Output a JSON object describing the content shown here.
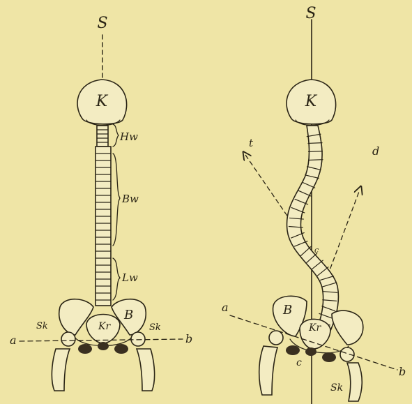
{
  "left_figure": {
    "labels": {
      "top_axis": "S",
      "skull": "K",
      "cervical": "Hw",
      "thoracic": "Bw",
      "lumbar": "Lw",
      "sacrum": "Kr",
      "pelvis": "B",
      "left_joint": "Sk",
      "right_joint": "Sk",
      "line_left": "a",
      "line_right": "b"
    }
  },
  "right_figure": {
    "labels": {
      "top_axis": "S",
      "skull": "K",
      "arrow_left": "t",
      "arrow_right": "d",
      "center_mark": "c",
      "pelvis": "B",
      "sacrum": "Kr",
      "pelvis_c": "c",
      "joint": "Sk",
      "line_left": "a",
      "line_right": "b"
    }
  }
}
